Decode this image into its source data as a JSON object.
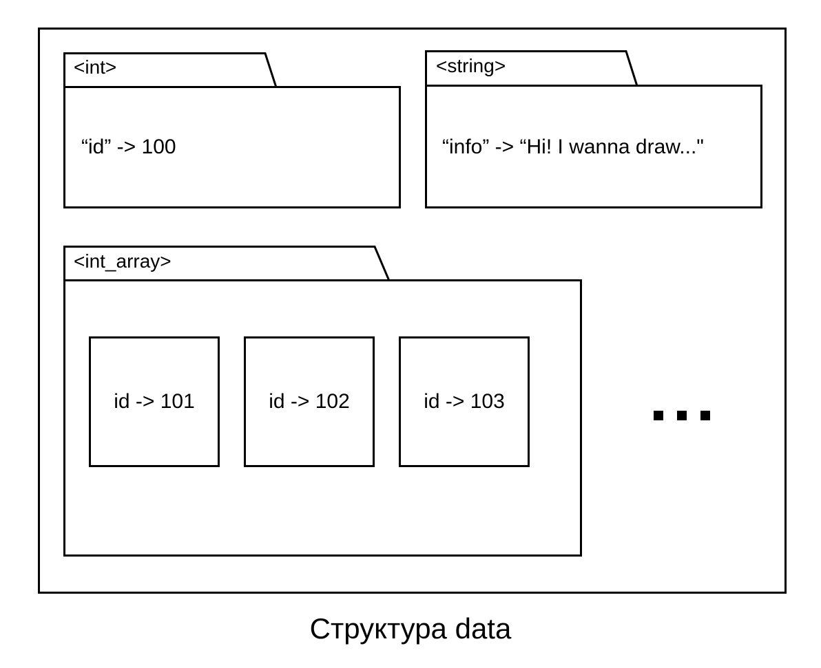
{
  "packages": {
    "int": {
      "tab_label": "<int>",
      "content": "“id” -> 100"
    },
    "string": {
      "tab_label": "<string>",
      "content": "“info” -> “Hi! I wanna draw...\""
    },
    "int_array": {
      "tab_label": "<int_array>",
      "elements": [
        "id -> 101",
        "id -> 102",
        "id -> 103"
      ]
    }
  },
  "more_indicator": "...",
  "caption": "Структура data"
}
